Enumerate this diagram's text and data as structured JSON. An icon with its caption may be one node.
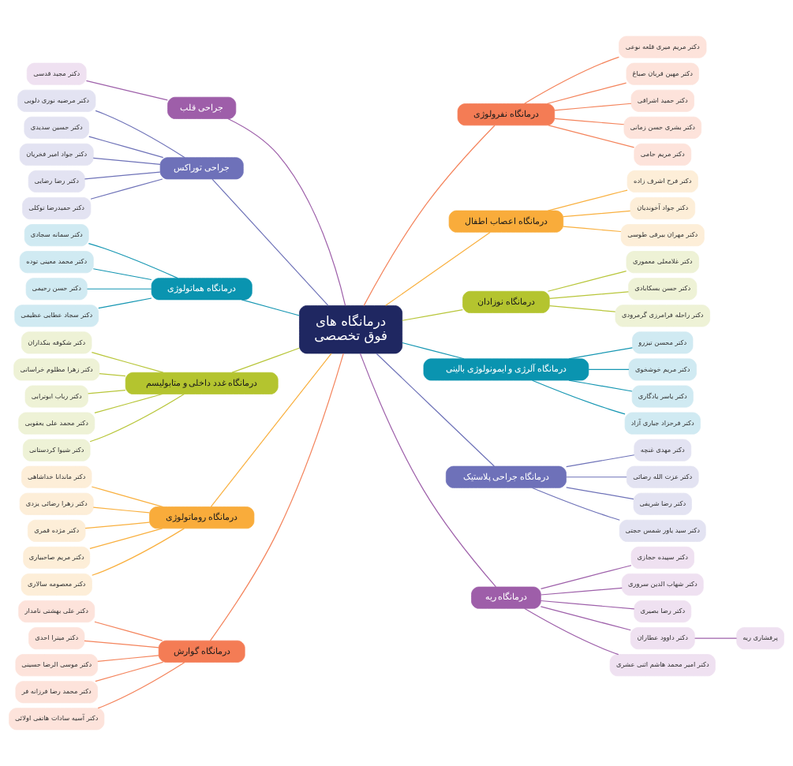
{
  "diagram": {
    "nodes": [
      {
        "text": [
          "درمانگاه های فوق تخصصی"
        ]
      },
      {
        "text": [
          "درمانگاه نفرولوژی"
        ]
      },
      {
        "text": [
          "دکتر مریم میری قلعه نوعی"
        ]
      },
      {
        "text": [
          "دکتر مهین قربان صباغ"
        ]
      },
      {
        "text": [
          "دکتر حمید اشراقی"
        ]
      },
      {
        "text": [
          "دکتر بشری حسن زمانی"
        ]
      },
      {
        "text": [
          "دکتر مریم حامی"
        ]
      },
      {
        "text": [
          "درمانگاه اعصاب اطفال"
        ]
      },
      {
        "text": [
          "دکتر فرح اشرف زاده"
        ]
      },
      {
        "text": [
          "دکتر جواد آخوندیان"
        ]
      },
      {
        "text": [
          "دکتر مهران بیرقی طوسی"
        ]
      },
      {
        "text": [
          "درمانگاه نوزادان"
        ]
      },
      {
        "text": [
          "دکتر غلامعلی معموری"
        ]
      },
      {
        "text": [
          "دکتر حسن بسکابادی"
        ]
      },
      {
        "text": [
          "دکتر راحله فرامرزی گرمرودی"
        ]
      },
      {
        "text": [
          "درمانگاه آلرژی و ایمونولوژی بالینی"
        ]
      },
      {
        "text": [
          "دکتر محسن تیزرو"
        ]
      },
      {
        "text": [
          "دکتر مریم خوشخوی"
        ]
      },
      {
        "text": [
          "دکتر یاسر یادگاری"
        ]
      },
      {
        "text": [
          "دکتر فرحزاد جباری آزاد"
        ]
      },
      {
        "text": [
          "درمانگاه جراحی پلاستیک"
        ]
      },
      {
        "text": [
          "دکتر مهدی غنچه"
        ]
      },
      {
        "text": [
          "دکتر عزت الله رضائی"
        ]
      },
      {
        "text": [
          "دکتر رضا شریفی"
        ]
      },
      {
        "text": [
          "دکتر سید یاور شمس حجتی"
        ]
      },
      {
        "text": [
          "درمانگاه ریه"
        ]
      },
      {
        "text": [
          "دکتر سپیده حجازی"
        ]
      },
      {
        "text": [
          "دکتر شهاب الدین سروری"
        ]
      },
      {
        "text": [
          "دکتر رضا بصیری"
        ]
      },
      {
        "text": [
          "دکتر داوود عطاران"
        ]
      },
      {
        "text": [
          "پرفشاری ریه"
        ]
      },
      {
        "text": [
          "دکتر امیر محمد هاشم اثنی عشری"
        ]
      },
      {
        "text": [
          "جراحی قلب"
        ]
      },
      {
        "text": [
          "دکتر مجید قدسی"
        ]
      },
      {
        "text": [
          "جراحی توراکس"
        ]
      },
      {
        "text": [
          "دکتر مرضیه نوری دلویی"
        ]
      },
      {
        "text": [
          "دکتر حسین سدیدی"
        ]
      },
      {
        "text": [
          "دکتر جواد امیر فخریان"
        ]
      },
      {
        "text": [
          "دکتر رضا رضایی"
        ]
      },
      {
        "text": [
          "دکتر حمیدرضا توکلی"
        ]
      },
      {
        "text": [
          "درمانگاه هماتولوژی"
        ]
      },
      {
        "text": [
          "دکتر سمانه سجادی"
        ]
      },
      {
        "text": [
          "دکتر محمد معینی توده"
        ]
      },
      {
        "text": [
          "دکتر حسن رحیمی"
        ]
      },
      {
        "text": [
          "دکتر سجاد عطایی عظیمی"
        ]
      },
      {
        "text": [
          "درمانگاه غدد داخلی و متابولیسم"
        ]
      },
      {
        "text": [
          "دکتر شکوفه بنکداران"
        ]
      },
      {
        "text": [
          "دکتر زهرا مظلوم خراسانی"
        ]
      },
      {
        "text": [
          "دکتر رباب ابوترابی"
        ]
      },
      {
        "text": [
          "دکتر محمد علی یعقوبی"
        ]
      },
      {
        "text": [
          "دکتر شیوا کردستانی"
        ]
      },
      {
        "text": [
          "درمانگاه روماتولوژی"
        ]
      },
      {
        "text": [
          "دکتر ماندانا خداشاهی"
        ]
      },
      {
        "text": [
          "دکتر زهرا رضائی یزدی"
        ]
      },
      {
        "text": [
          "دکتر مژده قمری"
        ]
      },
      {
        "text": [
          "دکتر مریم صاحبیاری"
        ]
      },
      {
        "text": [
          "دکتر معصومه سالاری"
        ]
      },
      {
        "text": [
          "درمانگاه گوارش"
        ]
      },
      {
        "text": [
          "دکتر علی بهشتی نامدار"
        ]
      },
      {
        "text": [
          "دکتر میترا احدی"
        ]
      },
      {
        "text": [
          "دکتر موسی الرضا حسینی"
        ]
      },
      {
        "text": [
          "دکتر محمد رضا فرزانه فر"
        ]
      },
      {
        "text": [
          "دکتر آسیه سادات هاتفی اولائی"
        ]
      }
    ],
    "edges": [
      {
        "from": 0,
        "to": 1,
        "arrow": "none",
        "color": "#f4845c"
      },
      {
        "from": 1,
        "to": 2,
        "arrow": "none",
        "color": "#f4845c"
      },
      {
        "from": 1,
        "to": 3,
        "arrow": "none",
        "color": "#f4845c"
      },
      {
        "from": 1,
        "to": 4,
        "arrow": "none",
        "color": "#f4845c"
      },
      {
        "from": 1,
        "to": 5,
        "arrow": "none",
        "color": "#f4845c"
      },
      {
        "from": 1,
        "to": 6,
        "arrow": "none",
        "color": "#f4845c"
      },
      {
        "from": 0,
        "to": 7,
        "arrow": "none",
        "color": "#f9b03f"
      },
      {
        "from": 7,
        "to": 8,
        "arrow": "none",
        "color": "#f9b03f"
      },
      {
        "from": 7,
        "to": 9,
        "arrow": "none",
        "color": "#f9b03f"
      },
      {
        "from": 7,
        "to": 10,
        "arrow": "none",
        "color": "#f9b03f"
      },
      {
        "from": 0,
        "to": 11,
        "arrow": "none",
        "color": "#b8c63a"
      },
      {
        "from": 11,
        "to": 12,
        "arrow": "none",
        "color": "#b8c63a"
      },
      {
        "from": 11,
        "to": 13,
        "arrow": "none",
        "color": "#b8c63a"
      },
      {
        "from": 11,
        "to": 14,
        "arrow": "none",
        "color": "#b8c63a"
      },
      {
        "from": 0,
        "to": 15,
        "arrow": "none",
        "color": "#1596b2"
      },
      {
        "from": 15,
        "to": 16,
        "arrow": "none",
        "color": "#1596b2"
      },
      {
        "from": 15,
        "to": 17,
        "arrow": "none",
        "color": "#1596b2"
      },
      {
        "from": 15,
        "to": 18,
        "arrow": "none",
        "color": "#1596b2"
      },
      {
        "from": 15,
        "to": 19,
        "arrow": "none",
        "color": "#1596b2"
      },
      {
        "from": 0,
        "to": 20,
        "arrow": "none",
        "color": "#6e72b8"
      },
      {
        "from": 20,
        "to": 21,
        "arrow": "none",
        "color": "#6e72b8"
      },
      {
        "from": 20,
        "to": 22,
        "arrow": "none",
        "color": "#6e72b8"
      },
      {
        "from": 20,
        "to": 23,
        "arrow": "none",
        "color": "#6e72b8"
      },
      {
        "from": 20,
        "to": 24,
        "arrow": "none",
        "color": "#6e72b8"
      },
      {
        "from": 0,
        "to": 25,
        "arrow": "none",
        "color": "#9e60aa"
      },
      {
        "from": 25,
        "to": 26,
        "arrow": "none",
        "color": "#9e60aa"
      },
      {
        "from": 25,
        "to": 27,
        "arrow": "none",
        "color": "#9e60aa"
      },
      {
        "from": 25,
        "to": 28,
        "arrow": "none",
        "color": "#9e60aa"
      },
      {
        "from": 25,
        "to": 29,
        "arrow": "none",
        "color": "#9e60aa"
      },
      {
        "from": 29,
        "to": 30,
        "arrow": "none",
        "color": "#9e60aa"
      },
      {
        "from": 25,
        "to": 31,
        "arrow": "none",
        "color": "#9e60aa"
      },
      {
        "from": 0,
        "to": 32,
        "arrow": "none",
        "color": "#9e60aa"
      },
      {
        "from": 32,
        "to": 33,
        "arrow": "none",
        "color": "#9e60aa"
      },
      {
        "from": 0,
        "to": 34,
        "arrow": "none",
        "color": "#6e72b8"
      },
      {
        "from": 34,
        "to": 35,
        "arrow": "none",
        "color": "#6e72b8"
      },
      {
        "from": 34,
        "to": 36,
        "arrow": "none",
        "color": "#6e72b8"
      },
      {
        "from": 34,
        "to": 37,
        "arrow": "none",
        "color": "#6e72b8"
      },
      {
        "from": 34,
        "to": 38,
        "arrow": "none",
        "color": "#6e72b8"
      },
      {
        "from": 34,
        "to": 39,
        "arrow": "none",
        "color": "#6e72b8"
      },
      {
        "from": 0,
        "to": 40,
        "arrow": "none",
        "color": "#1596b2"
      },
      {
        "from": 40,
        "to": 41,
        "arrow": "none",
        "color": "#1596b2"
      },
      {
        "from": 40,
        "to": 42,
        "arrow": "none",
        "color": "#1596b2"
      },
      {
        "from": 40,
        "to": 43,
        "arrow": "none",
        "color": "#1596b2"
      },
      {
        "from": 40,
        "to": 44,
        "arrow": "none",
        "color": "#1596b2"
      },
      {
        "from": 0,
        "to": 45,
        "arrow": "none",
        "color": "#b8c63a"
      },
      {
        "from": 45,
        "to": 46,
        "arrow": "none",
        "color": "#b8c63a"
      },
      {
        "from": 45,
        "to": 47,
        "arrow": "none",
        "color": "#b8c63a"
      },
      {
        "from": 45,
        "to": 48,
        "arrow": "none",
        "color": "#b8c63a"
      },
      {
        "from": 45,
        "to": 49,
        "arrow": "none",
        "color": "#b8c63a"
      },
      {
        "from": 45,
        "to": 50,
        "arrow": "none",
        "color": "#b8c63a"
      },
      {
        "from": 0,
        "to": 51,
        "arrow": "none",
        "color": "#f9b03f"
      },
      {
        "from": 51,
        "to": 52,
        "arrow": "none",
        "color": "#f9b03f"
      },
      {
        "from": 51,
        "to": 53,
        "arrow": "none",
        "color": "#f9b03f"
      },
      {
        "from": 51,
        "to": 54,
        "arrow": "none",
        "color": "#f9b03f"
      },
      {
        "from": 51,
        "to": 55,
        "arrow": "none",
        "color": "#f9b03f"
      },
      {
        "from": 51,
        "to": 56,
        "arrow": "none",
        "color": "#f9b03f"
      },
      {
        "from": 0,
        "to": 57,
        "arrow": "none",
        "color": "#f4845c"
      },
      {
        "from": 57,
        "to": 58,
        "arrow": "none",
        "color": "#f4845c"
      },
      {
        "from": 57,
        "to": 59,
        "arrow": "none",
        "color": "#f4845c"
      },
      {
        "from": 57,
        "to": 60,
        "arrow": "none",
        "color": "#f4845c"
      },
      {
        "from": 57,
        "to": 61,
        "arrow": "none",
        "color": "#f4845c"
      },
      {
        "from": 57,
        "to": 62,
        "arrow": "none",
        "color": "#f4845c"
      }
    ]
  }
}
